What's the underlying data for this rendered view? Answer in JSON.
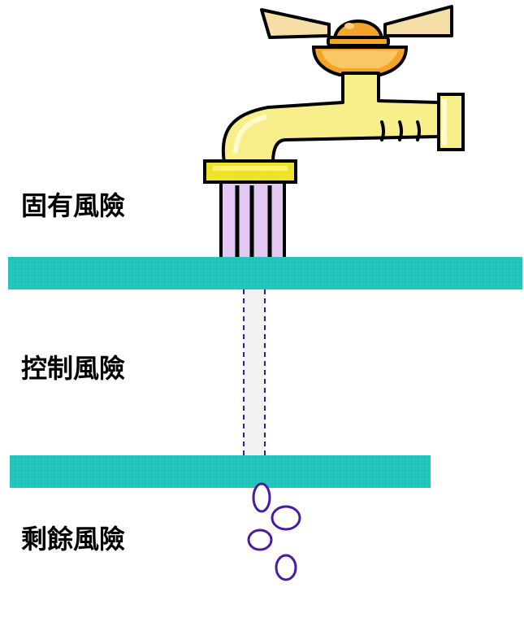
{
  "labels": {
    "inherent_risk": "固有風險",
    "control_risk": "控制風險",
    "residual_risk": "剩餘風險"
  },
  "colors": {
    "barrier": "#1fc4b8",
    "barrier_dots": "#3fd6cc",
    "faucet_yellow": "#f8ef8a",
    "faucet_band": "#ede32a",
    "handle_orange": "#f4a42a",
    "handle_arm": "#f6dfa6",
    "water_purple": "#e2c8f3",
    "drop_outline": "#4a1aa0",
    "dash_purple": "#3a1a9a"
  },
  "icons": {
    "faucet": "faucet-icon",
    "water_drop": "water-drop-icon"
  }
}
